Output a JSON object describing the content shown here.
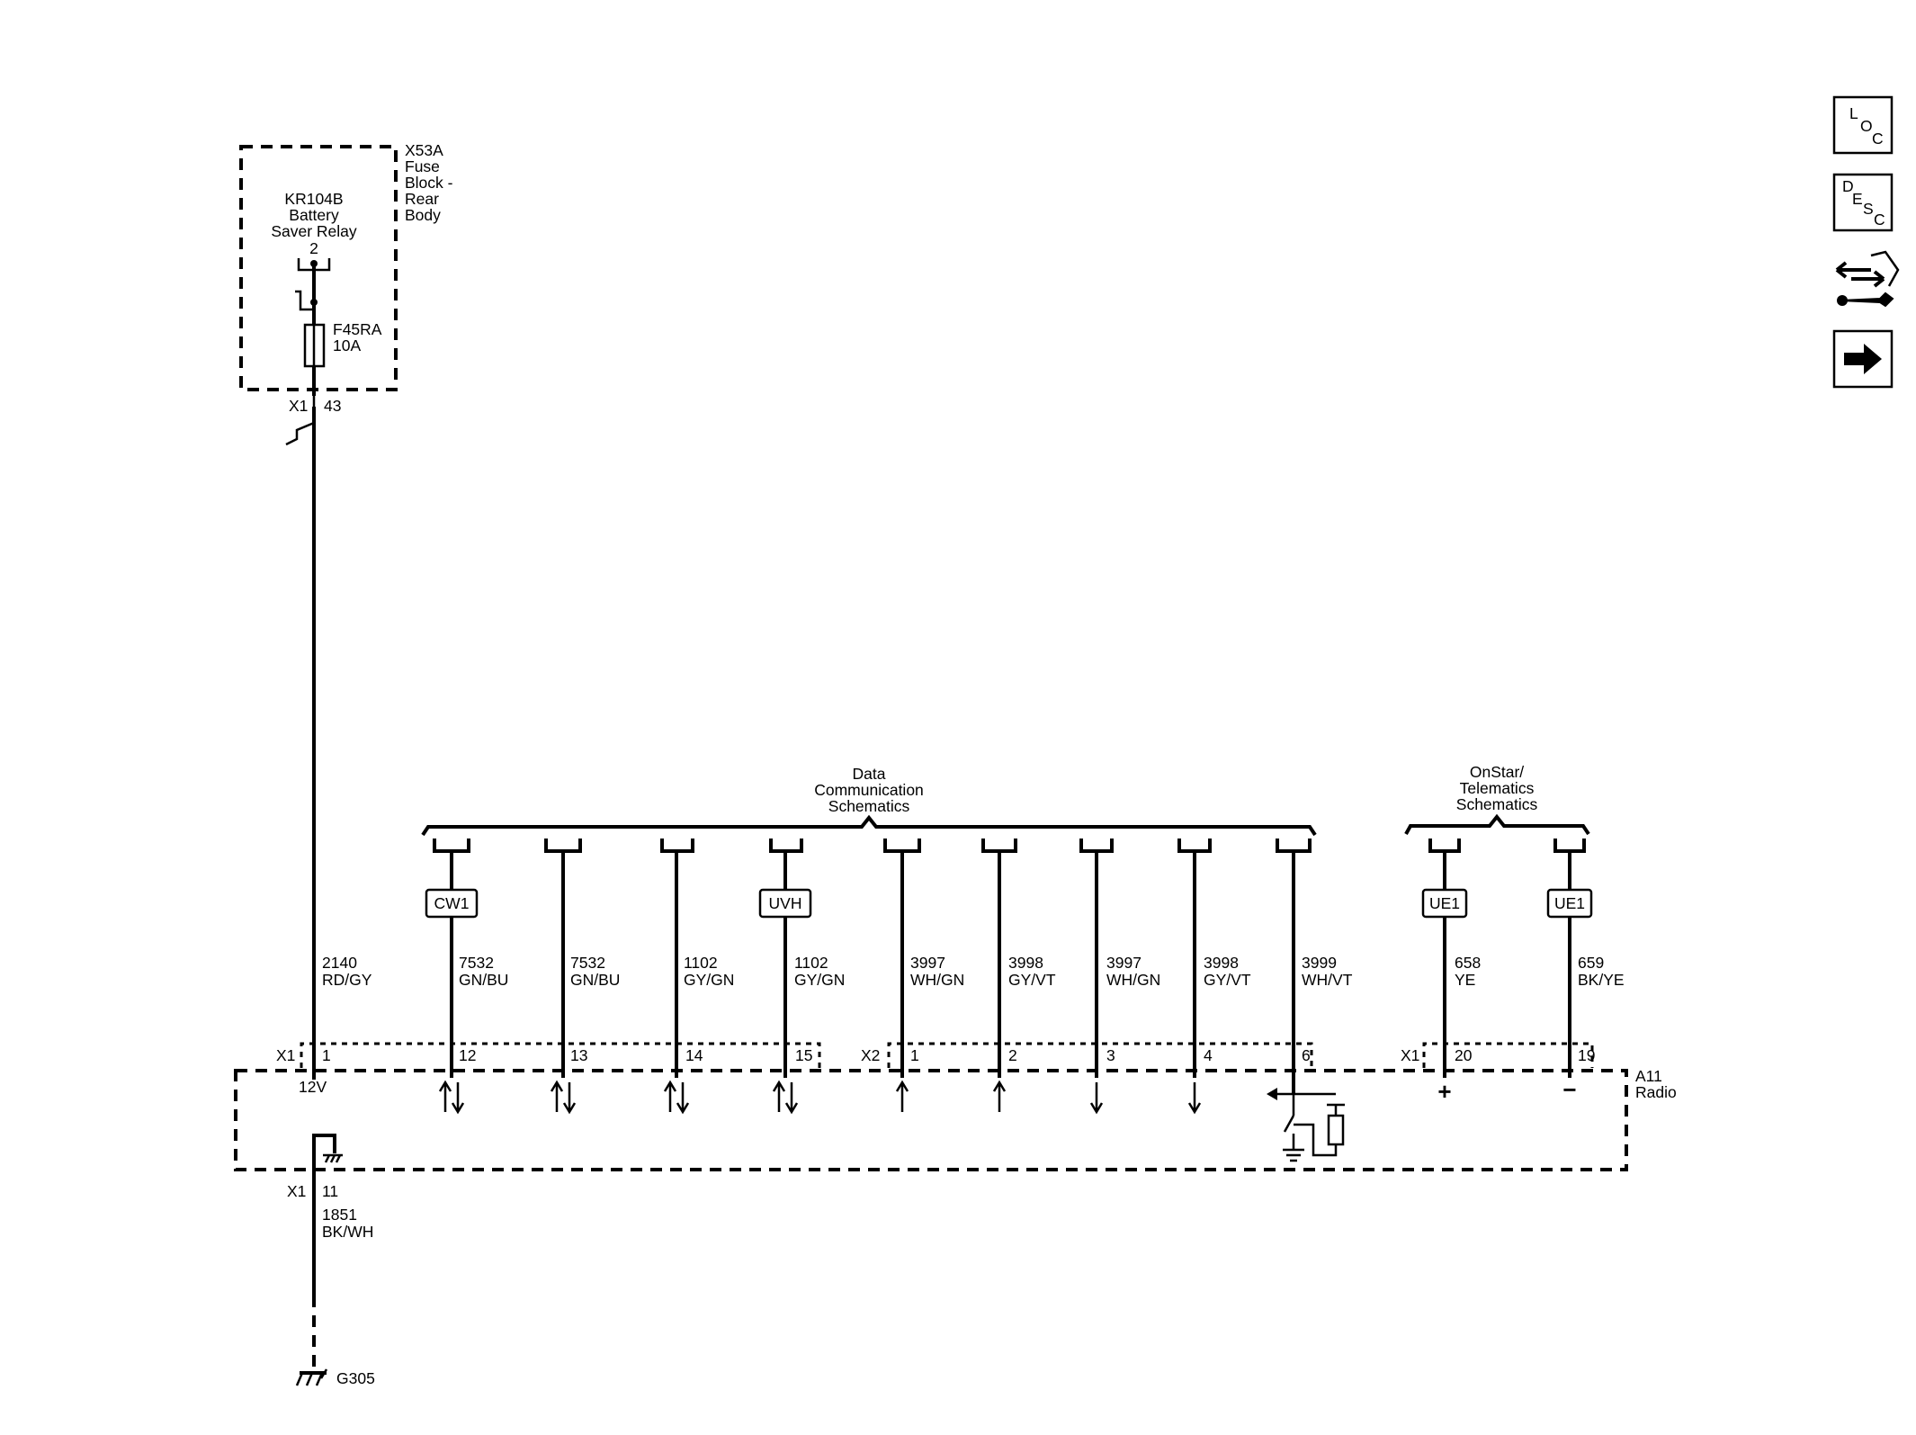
{
  "nav": {
    "loc": [
      "L",
      "O",
      "C"
    ],
    "desc": [
      "D",
      "E",
      "S",
      "C"
    ],
    "connector_icon": "connector-repair-icon",
    "next_icon": "arrow-right-icon"
  },
  "fuse_block": {
    "name": "X53A",
    "desc_lines": [
      "Fuse",
      "Block -",
      "Rear",
      "Body"
    ],
    "relay_lines": [
      "KR104B",
      "Battery",
      "Saver Relay"
    ],
    "relay_pin": "2",
    "fuse_name": "F45RA",
    "fuse_rating": "10A",
    "conn": "X1",
    "pin": "43"
  },
  "groups": {
    "data_comm": [
      "Data",
      "Communication",
      "Schematics"
    ],
    "onstar": [
      "OnStar/",
      "Telematics",
      "Schematics"
    ]
  },
  "radio": {
    "name": "A11",
    "desc": "Radio",
    "conn_x1": "X1",
    "conn_x2": "X2",
    "power_label": "12V",
    "plus": "+",
    "minus": "−"
  },
  "feed": {
    "wire": "2140",
    "color": "RD/GY",
    "pin": "1"
  },
  "circuits": [
    {
      "code": "CW1",
      "wire": "7532",
      "color": "GN/BU",
      "pin": "12"
    },
    {
      "code": "",
      "wire": "7532",
      "color": "GN/BU",
      "pin": "13"
    },
    {
      "code": "",
      "wire": "1102",
      "color": "GY/GN",
      "pin": "14"
    },
    {
      "code": "UVH",
      "wire": "1102",
      "color": "GY/GN",
      "pin": "15"
    },
    {
      "code": "",
      "wire": "3997",
      "color": "WH/GN",
      "pin": "1"
    },
    {
      "code": "",
      "wire": "3998",
      "color": "GY/VT",
      "pin": "2"
    },
    {
      "code": "",
      "wire": "3997",
      "color": "WH/GN",
      "pin": "3"
    },
    {
      "code": "",
      "wire": "3998",
      "color": "GY/VT",
      "pin": "4"
    },
    {
      "code": "",
      "wire": "3999",
      "color": "WH/VT",
      "pin": "6"
    },
    {
      "code": "UE1",
      "wire": "658",
      "color": "YE",
      "pin": "20"
    },
    {
      "code": "UE1",
      "wire": "659",
      "color": "BK/YE",
      "pin": "19"
    }
  ],
  "ground": {
    "conn": "X1",
    "pin": "11",
    "wire": "1851",
    "color": "BK/WH",
    "name": "G305"
  }
}
